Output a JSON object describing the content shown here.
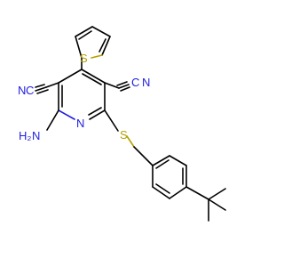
{
  "structure": {
    "atom_labels": {
      "thiophene_s": "S",
      "cyano_left_n": "N",
      "cyano_left_c": "C",
      "cyano_right_n": "N",
      "cyano_right_c": "C",
      "amino_h2": "H₂",
      "amino_n": "N",
      "ring_n": "N",
      "thioether_s": "S"
    },
    "colors": {
      "bond": "#000000",
      "nitrogen": "#2020e0",
      "sulfur": "#b5a000",
      "background": "#ffffff"
    }
  }
}
